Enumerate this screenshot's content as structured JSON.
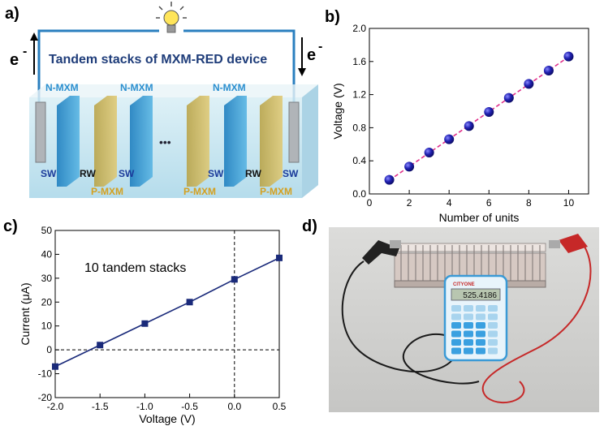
{
  "panels": {
    "a": {
      "label": "a)",
      "title": "Tandem stacks of MXM-RED device",
      "electron": "e",
      "electron_sup": "-",
      "dots": "•••",
      "membranes_top": [
        "N-MXM",
        "N-MXM",
        "N-MXM"
      ],
      "membranes_bottom": [
        "P-MXM",
        "P-MXM",
        "P-MXM"
      ],
      "solutions": [
        "SW",
        "RW",
        "SW",
        "SW",
        "RW",
        "SW"
      ],
      "colors": {
        "wire": "#2a7fbf",
        "title": "#1f3d7a",
        "n_mxm": "#2b8fcf",
        "p_mxm": "#d4a020",
        "water": "#bfe3ef"
      }
    },
    "b": {
      "label": "b)"
    },
    "c": {
      "label": "c)",
      "annotation": "10 tandem stacks"
    },
    "d": {
      "label": "d)",
      "calculator_brand": "CITYONE",
      "display": "525.4186"
    }
  },
  "chart_data": [
    {
      "panel": "b",
      "type": "scatter",
      "xlabel": "Number of units",
      "ylabel": "Voltage (V)",
      "xlim": [
        0,
        11
      ],
      "ylim": [
        0.0,
        2.0
      ],
      "xticks": [
        "0",
        "2",
        "4",
        "6",
        "8",
        "10"
      ],
      "yticks": [
        "0.0",
        "0.4",
        "0.8",
        "1.2",
        "1.6",
        "2.0"
      ],
      "grid": false,
      "fit_line": "dashed",
      "colors": {
        "marker": "#1a1aa0",
        "fit": "#e0308a"
      },
      "series": [
        {
          "x": [
            1,
            2,
            3,
            4,
            5,
            6,
            7,
            8,
            9,
            10
          ],
          "values": [
            0.17,
            0.33,
            0.5,
            0.66,
            0.82,
            0.99,
            1.16,
            1.33,
            1.49,
            1.66
          ]
        }
      ]
    },
    {
      "panel": "c",
      "type": "line",
      "xlabel": "Voltage (V)",
      "ylabel": "Current (μA)",
      "xlim": [
        -2.0,
        0.5
      ],
      "ylim": [
        -20,
        50
      ],
      "xticks": [
        "-2.0",
        "-1.5",
        "-1.0",
        "-0.5",
        "0.0",
        "0.5"
      ],
      "yticks": [
        "-20",
        "-10",
        "0",
        "10",
        "20",
        "30",
        "40",
        "50"
      ],
      "grid": false,
      "reference_lines": {
        "x": 0,
        "y": 0
      },
      "colors": {
        "line": "#1a2a7a"
      },
      "series": [
        {
          "x": [
            -2.0,
            -1.5,
            -1.0,
            -0.5,
            0.0,
            0.5
          ],
          "values": [
            -7,
            2,
            11,
            20,
            29.5,
            38.5
          ]
        }
      ]
    }
  ]
}
